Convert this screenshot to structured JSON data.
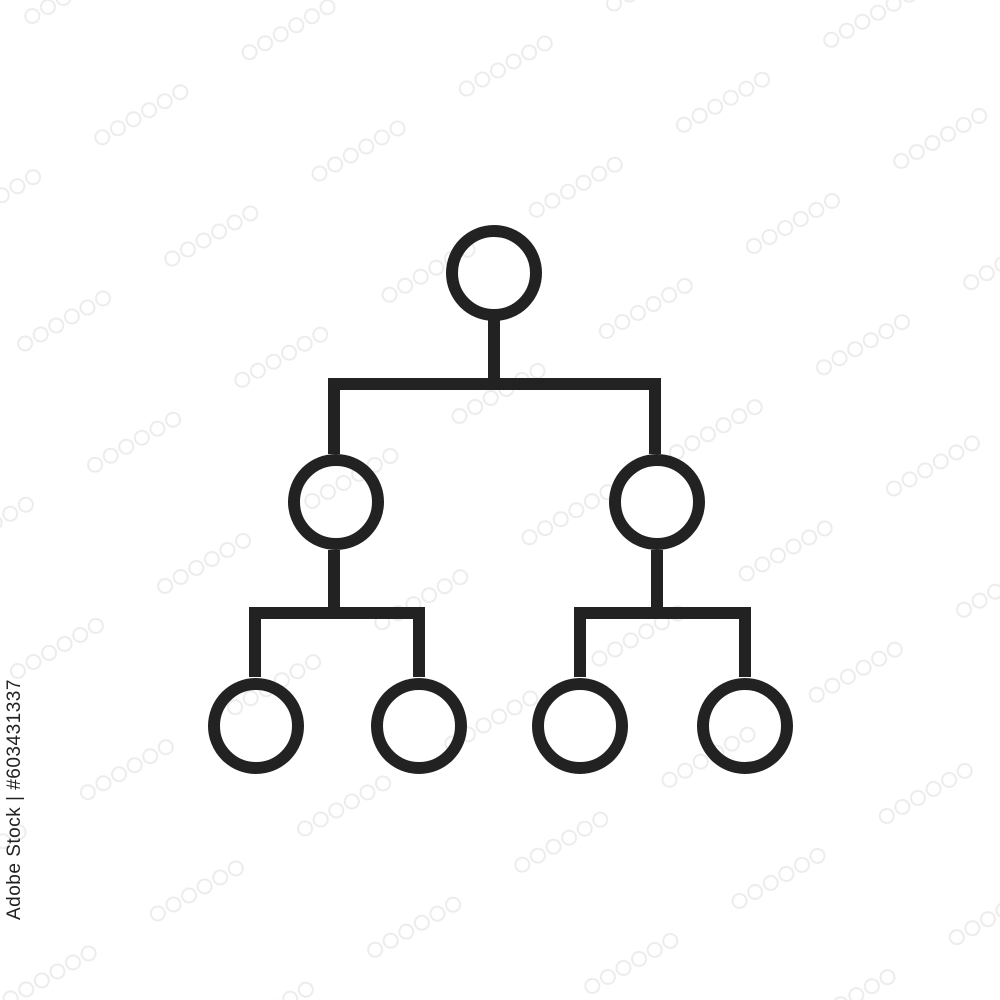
{
  "colors": {
    "background": "#ffffff",
    "stroke": "#222222",
    "watermark": "#ececec"
  },
  "icon": {
    "name": "hierarchy-tree-icon",
    "levels": [
      1,
      2,
      4
    ]
  },
  "footer": {
    "stock_id": "Adobe Stock | #603431337"
  }
}
